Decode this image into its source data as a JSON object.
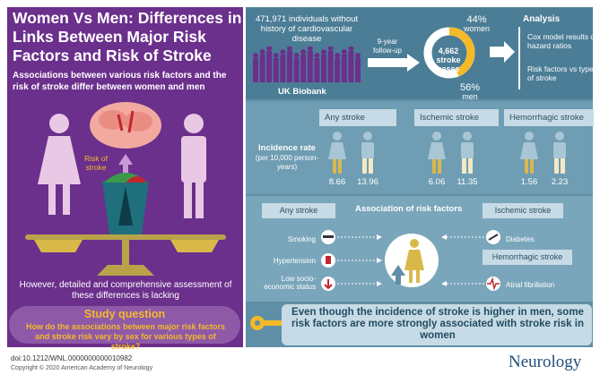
{
  "left": {
    "title": "Women Vs Men: Differences in Links Between Major Risk Factors and Risk of Stroke",
    "subtitle": "Associations between various risk factors and the risk of stroke differ between women and men",
    "risk_label": "Risk of stroke",
    "lacking": "However, detailed and comprehensive assessment of these differences is lacking",
    "study_question_title": "Study question",
    "study_question_text": "How do the associations between major risk factors and stroke risk vary by sex for various types of stroke?"
  },
  "cohort": {
    "individuals": "471,971 individuals without history of cardiovascular disease",
    "source": "UK Biobank",
    "followup": "9-year follow-up",
    "cases": "4,662 stroke cases",
    "women_pct": "44%",
    "women_label": "women",
    "men_pct": "56%",
    "men_label": "men",
    "women_fraction": 0.44
  },
  "analysis": {
    "title": "Analysis",
    "items": [
      "Cox model results of hazard ratios",
      "Risk factors vs type of stroke"
    ]
  },
  "incidence": {
    "label": "Incidence rate",
    "sub": "(per 10,000 person-years)",
    "groups": [
      {
        "name": "Any stroke",
        "women": "8.66",
        "men": "13.96"
      },
      {
        "name": "Ischemic stroke",
        "women": "6.06",
        "men": "11.35"
      },
      {
        "name": "Hemorrhagic stroke",
        "women": "1.56",
        "men": "2.23"
      }
    ]
  },
  "association": {
    "title": "Association of risk factors",
    "any_stroke": "Any stroke",
    "ischemic_stroke": "Ischemic stroke",
    "hemorrhagic_stroke": "Hemorrhagic stroke",
    "left_factors": [
      "Smoking",
      "Hypertension",
      "Low socio-economic status"
    ],
    "diabetes": "Diabetes",
    "afib": "Atrial fibrillation"
  },
  "conclusion": "Even though the incidence of stroke is higher in men, some risk factors are more strongly associated with stroke risk in women",
  "footer": {
    "doi": "doi:10.1212/WNL.0000000000010982",
    "copyright": "Copyright © 2020 American Academy of Neurology",
    "logo": "Neurology"
  },
  "colors": {
    "purple": "#6b2f8c",
    "gold": "#f6b928",
    "teal": "#5f8fa6",
    "woman": "#d9b84a",
    "man": "#f3e9c4"
  }
}
